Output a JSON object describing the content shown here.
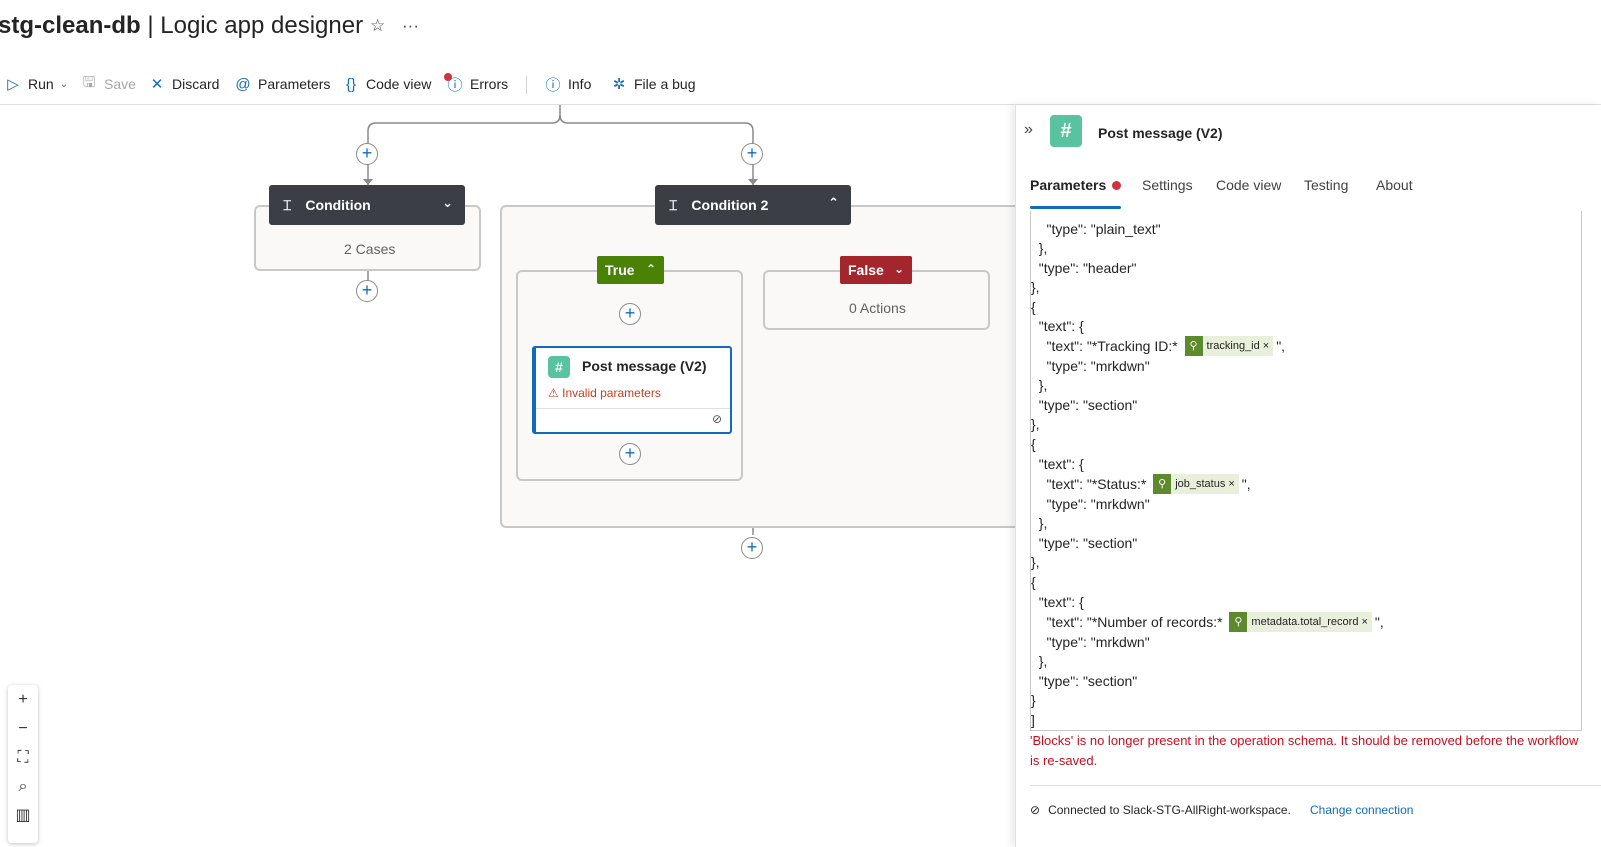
{
  "header": {
    "resource_name": "stg-clean-db",
    "separator": "|",
    "page_name": "Logic app designer",
    "favorite_icon": "star-icon",
    "more_icon": "more-icon"
  },
  "toolbar": {
    "run": "Run",
    "save": "Save",
    "discard": "Discard",
    "parameters": "Parameters",
    "code_view": "Code view",
    "errors": "Errors",
    "info": "Info",
    "file_bug": "File a bug"
  },
  "canvas": {
    "condition1": {
      "title": "Condition",
      "summary": "2 Cases"
    },
    "condition2": {
      "title": "Condition 2",
      "true_label": "True",
      "false_label": "False",
      "false_summary": "0 Actions"
    },
    "action_card": {
      "title": "Post message (V2)",
      "error": "Invalid parameters"
    }
  },
  "panel": {
    "title": "Post message (V2)",
    "tabs": [
      "Parameters",
      "Settings",
      "Code view",
      "Testing",
      "About"
    ],
    "active_tab": "Parameters",
    "code_lines": [
      "    \"type\": \"plain_text\"",
      "  },",
      "  \"type\": \"header\"",
      "},",
      "{",
      "  \"text\": {",
      "    \"text\": \"*Tracking ID:* ",
      "    \"type\": \"mrkdwn\"",
      "  },",
      "  \"type\": \"section\"",
      "},",
      "{",
      "  \"text\": {",
      "    \"text\": \"*Status:* ",
      "    \"type\": \"mrkdwn\"",
      "  },",
      "  \"type\": \"section\"",
      "},",
      "{",
      "  \"text\": {",
      "    \"text\": \"*Number of records:* ",
      "    \"type\": \"mrkdwn\"",
      "  },",
      "  \"type\": \"section\"",
      "}",
      "]"
    ],
    "tokens": {
      "tracking_id": "tracking_id",
      "job_status": "job_status",
      "total_record": "metadata.total_record"
    },
    "token_suffix": "\",",
    "error_message": "'Blocks' is no longer present in the operation schema. It should be removed before the workflow is re-saved.",
    "connection_text": "Connected to Slack-STG-AllRight-workspace.",
    "change_connection": "Change connection"
  },
  "colors": {
    "accent": "#0f6cbd",
    "true_branch": "#498205",
    "false_branch": "#a4262c",
    "condition_header": "#3b3f45",
    "error": "#c50f1f"
  }
}
